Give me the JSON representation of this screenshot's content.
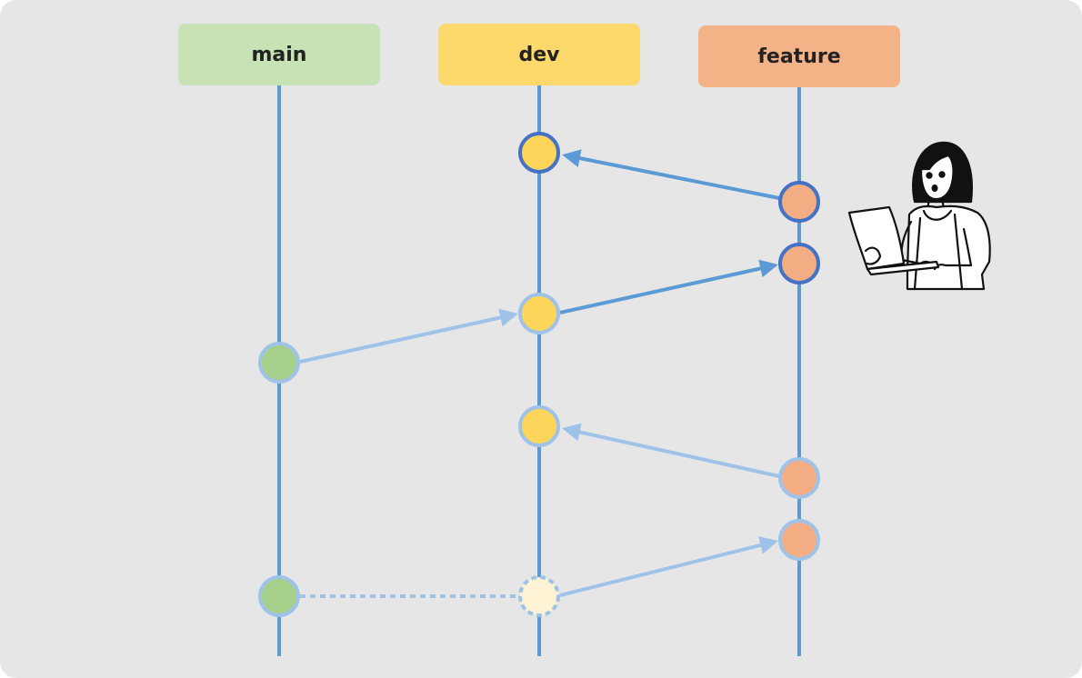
{
  "branches": {
    "main": {
      "label": "main",
      "color": "#c7e2b4"
    },
    "dev": {
      "label": "dev",
      "color": "#fdd96b"
    },
    "feature": {
      "label": "feature",
      "color": "#f4b287"
    }
  },
  "colors": {
    "line": "#5b9bd5",
    "line_light": "#9fc3e8",
    "line_dark": "#4472c4",
    "commit_main": "#a6d08a",
    "commit_dev": "#fdd55a",
    "commit_feature": "#f4ad83",
    "commit_pending": "#fdf2d3",
    "background": "#e6e6e6"
  },
  "illustration": "person-with-laptop-icon"
}
